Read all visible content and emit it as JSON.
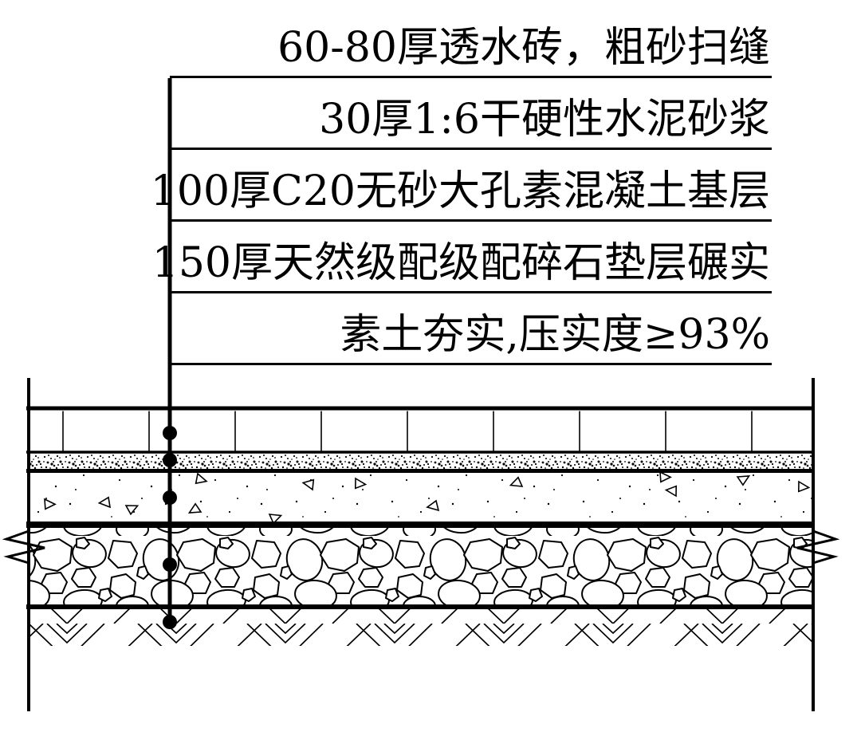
{
  "drawing": {
    "type": "pavement-construction-detail-section",
    "colors": {
      "line": "#000000",
      "background": "#ffffff"
    }
  },
  "layers": [
    {
      "label": "60-80厚透水砖，粗砂扫缝",
      "material": "permeable-paving-brick"
    },
    {
      "label": "30厚1:6干硬性水泥砂浆",
      "material": "dry-hard-cement-mortar"
    },
    {
      "label": "100厚C20无砂大孔素混凝土基层",
      "material": "no-fines-plain-concrete-base"
    },
    {
      "label": "150厚天然级配级配碎石垫层碾实",
      "material": "graded-crushed-stone-cushion"
    },
    {
      "label": "素土夯实,压实度≥93%",
      "material": "compacted-subgrade-soil"
    }
  ]
}
